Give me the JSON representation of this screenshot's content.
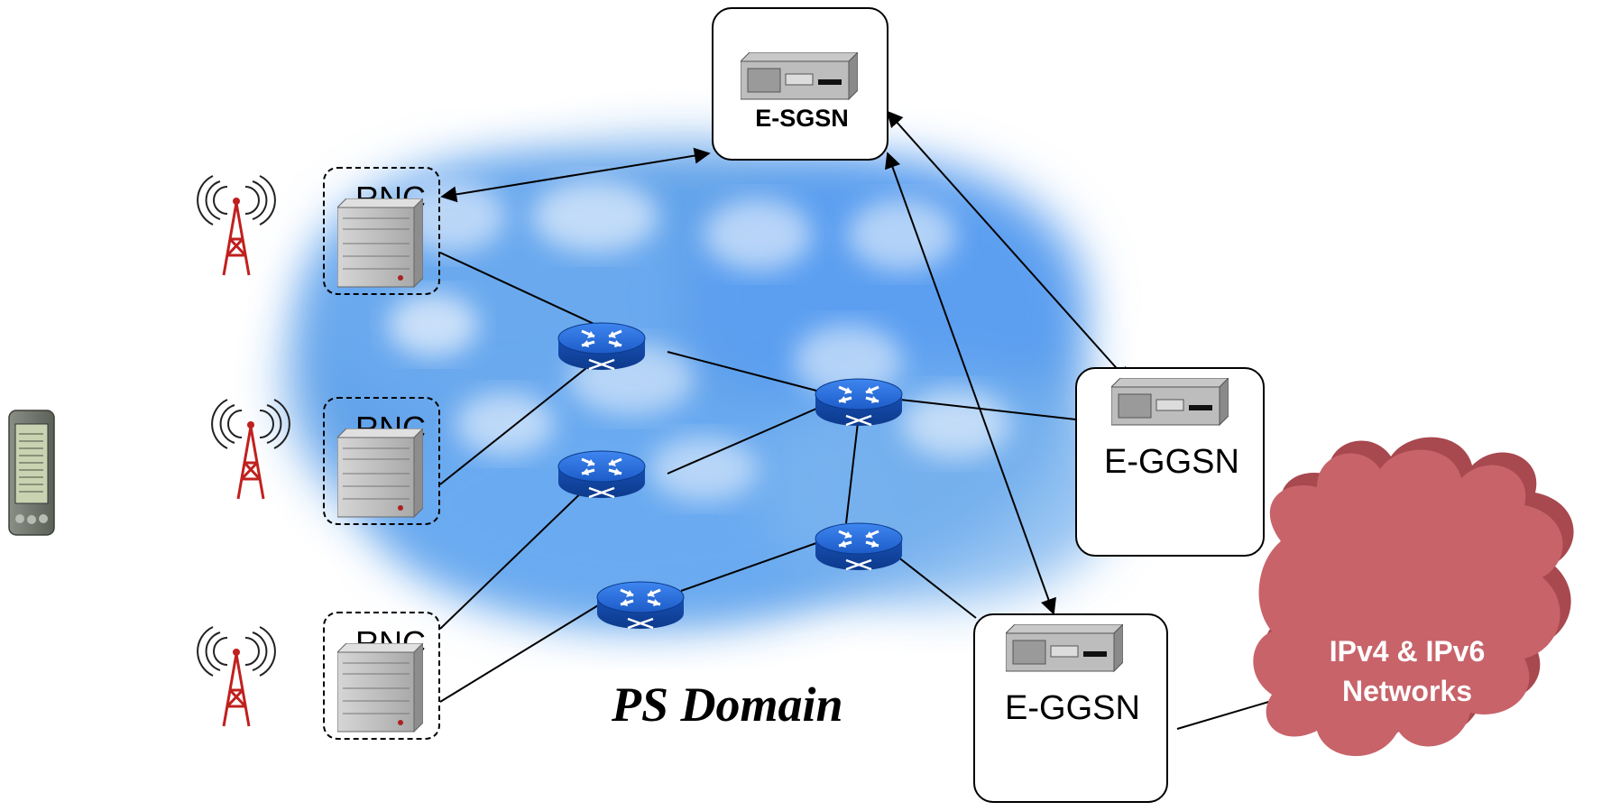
{
  "domain_label": "PS Domain",
  "sgsn": {
    "label": "E-SGSN"
  },
  "ggsn_top": {
    "label": "E-GGSN"
  },
  "ggsn_bottom": {
    "label": "E-GGSN"
  },
  "rncs": [
    {
      "label": "RNC"
    },
    {
      "label": "RNC"
    },
    {
      "label": "RNC"
    }
  ],
  "external_cloud": {
    "line1": "IPv4 & IPv6",
    "line2": "Networks"
  },
  "colors": {
    "cloud_blue": "#5a9ee8",
    "router_blue": "#1e5fd0",
    "external_cloud": "#c8636a",
    "tower_red": "#c0201e"
  }
}
